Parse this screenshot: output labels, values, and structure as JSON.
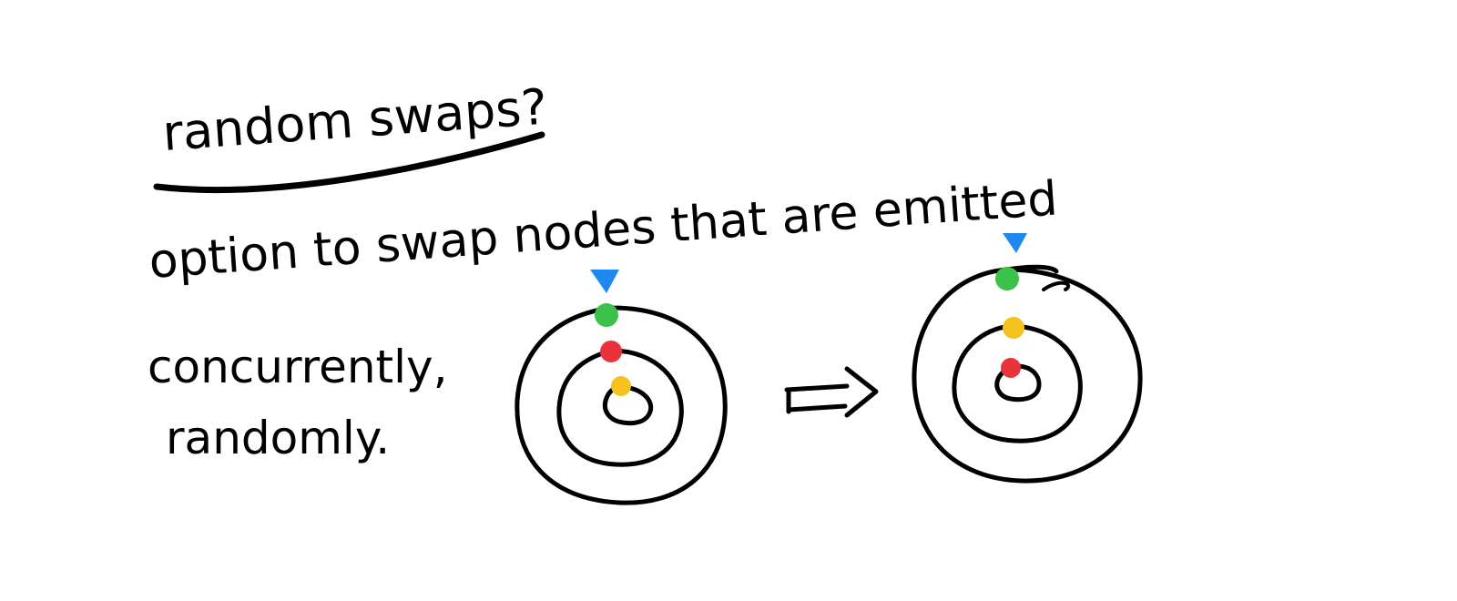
{
  "heading": "random swaps?",
  "body_lines": [
    "option to swap nodes that are emitted",
    "concurrently,",
    "randomly."
  ],
  "colors": {
    "ink": "#000000",
    "pointer": "#1e88f0",
    "green": "#3cc24a",
    "red": "#e8333a",
    "yellow": "#f6c21f"
  },
  "diagram": {
    "before": {
      "rings": 3,
      "dot_order_outer_to_inner": [
        "green",
        "red",
        "yellow"
      ]
    },
    "after": {
      "rings": 3,
      "dot_order_outer_to_inner": [
        "green",
        "yellow",
        "red"
      ]
    },
    "arrow_icon": "implies-arrow-icon",
    "pointer_icon": "blue-triangle-pointer-icon"
  }
}
